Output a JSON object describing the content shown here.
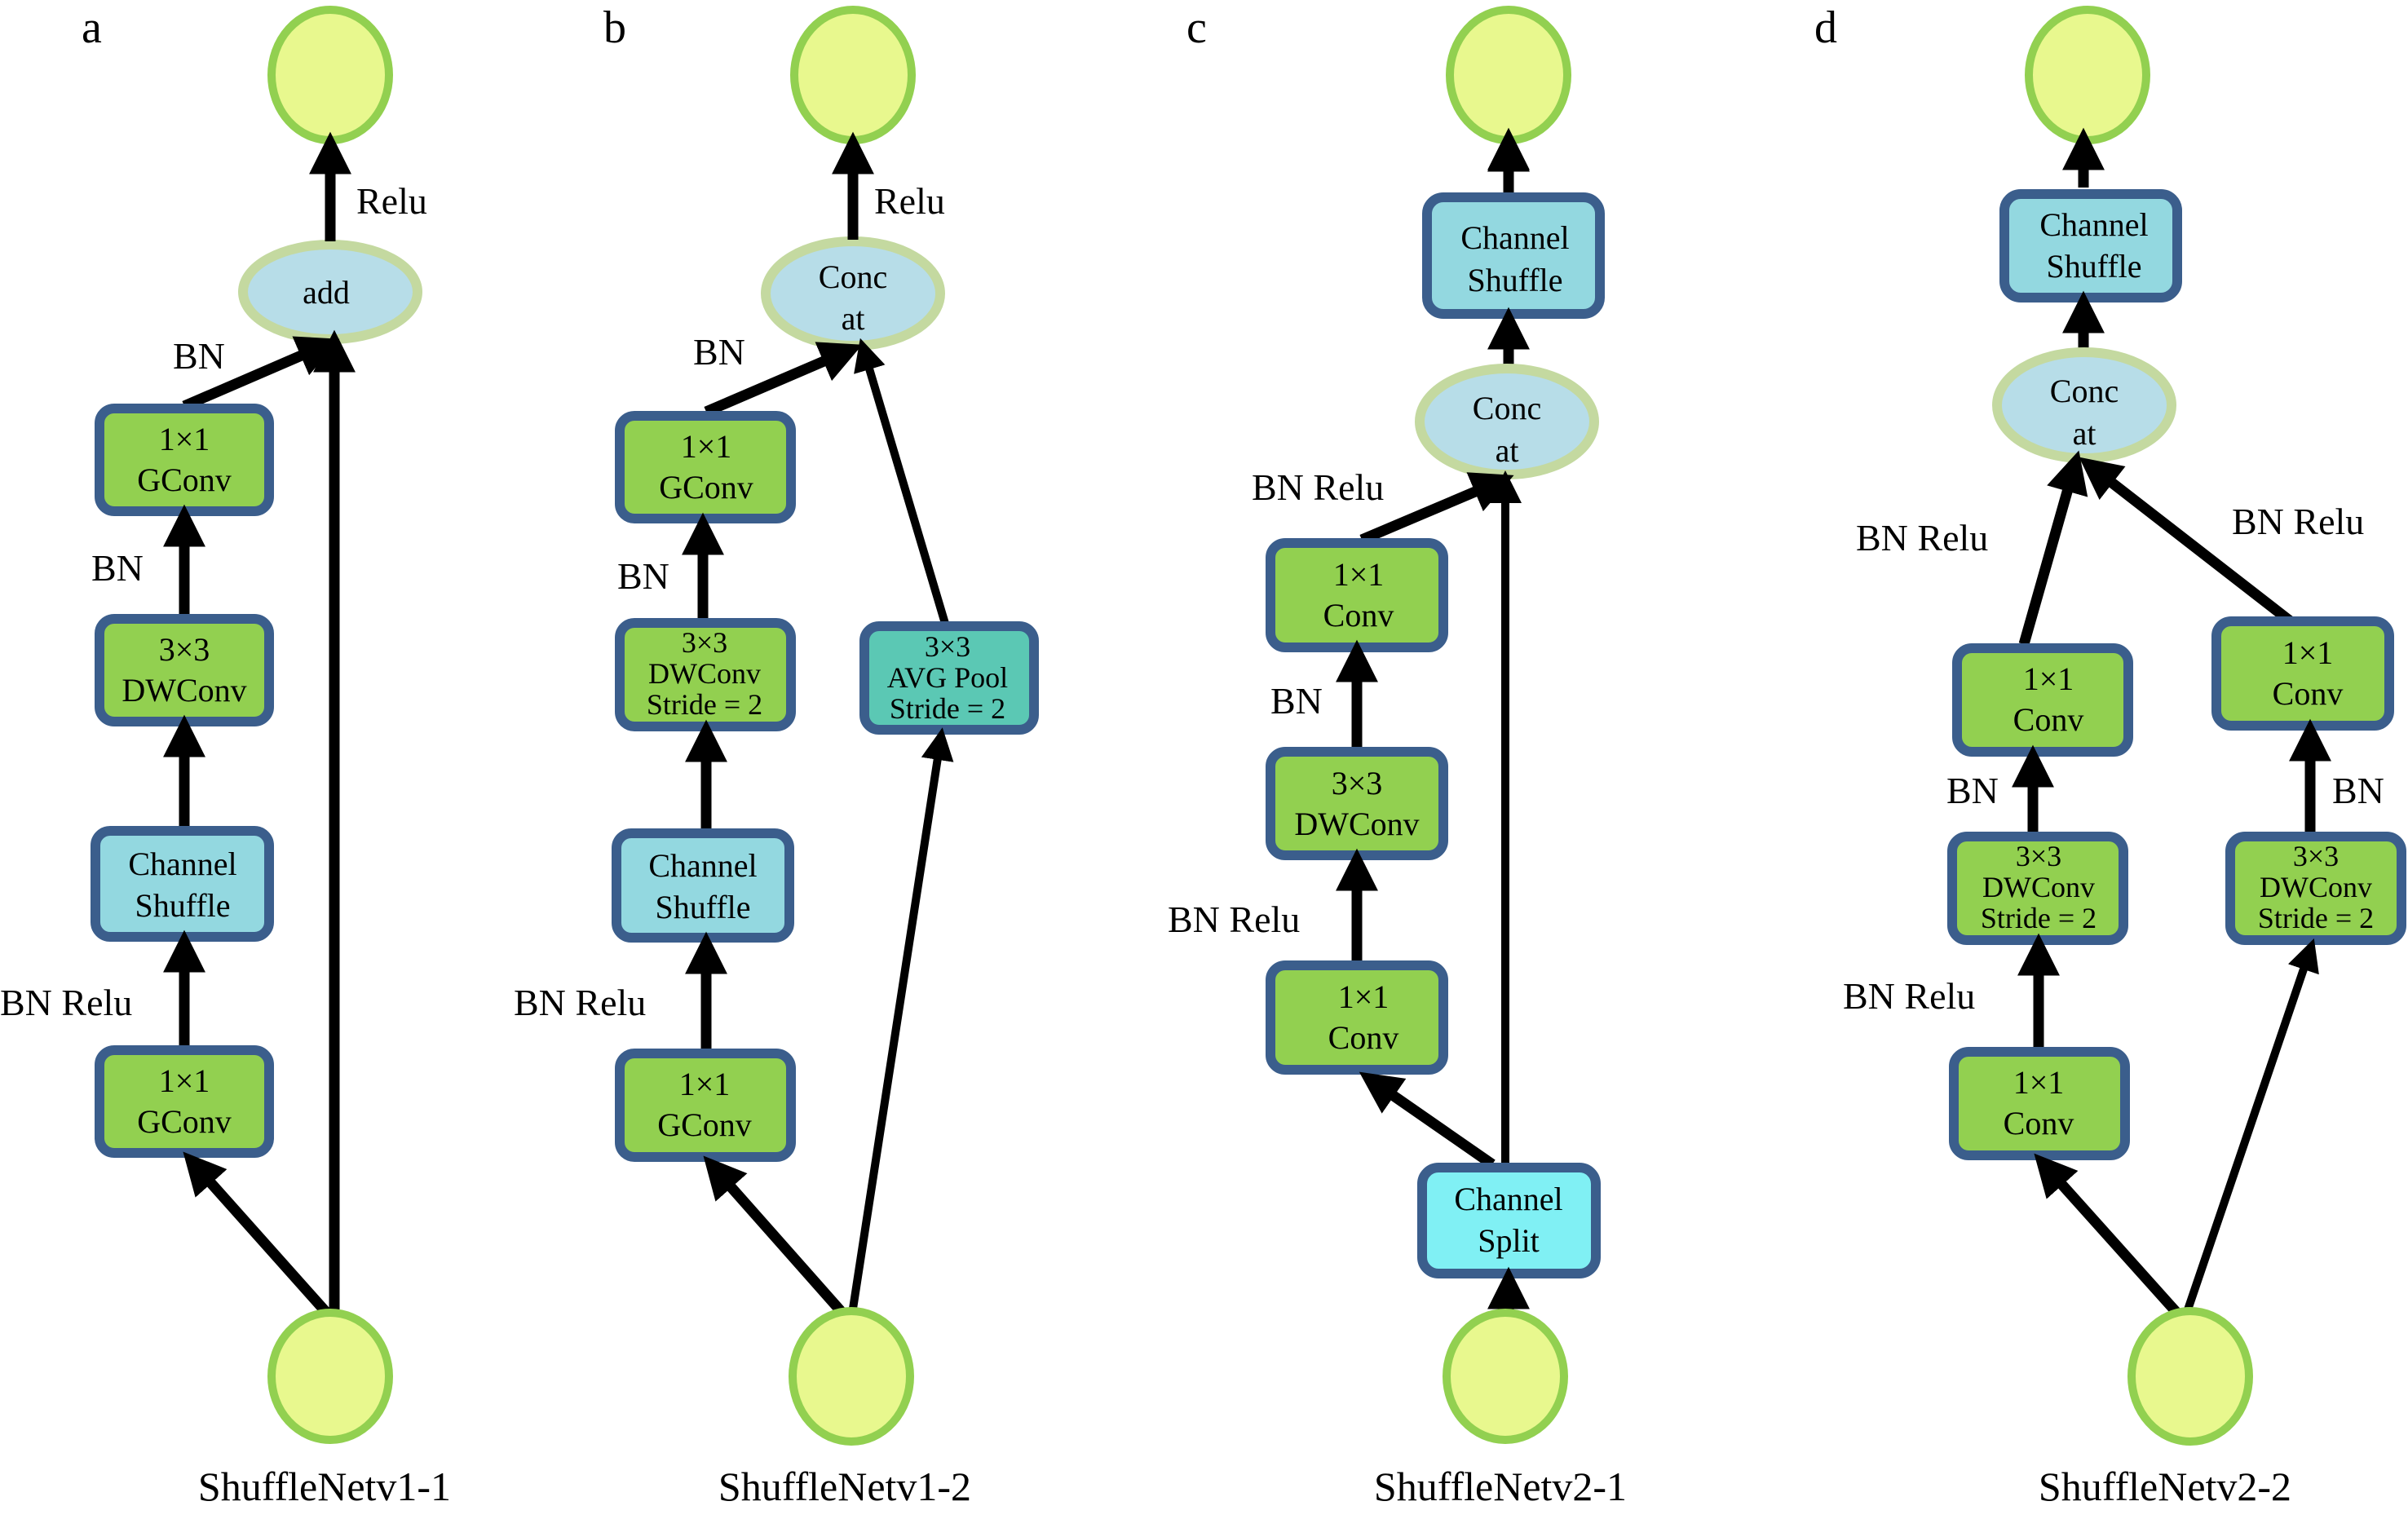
{
  "colors": {
    "io_fill": "#e8f88e",
    "io_stroke": "#92d050",
    "op_fill": "#b7dde8",
    "op_stroke": "#c4d9a0",
    "conv_fill": "#92d050",
    "shuffle_fill": "#93d8e0",
    "pool_fill": "#5bc8b4",
    "split_fill": "#80f0f4",
    "box_stroke": "#3b5e8c",
    "edge": "#000000"
  },
  "panels": [
    {
      "letter": "a",
      "caption": "ShuffleNetv1-1",
      "merge_label": "add",
      "top_label": "Relu",
      "boxes": [
        {
          "lines": [
            "1×1",
            "GConv"
          ],
          "kind": "conv"
        },
        {
          "lines": [
            "3×3",
            "DWConv"
          ],
          "kind": "conv"
        },
        {
          "lines": [
            "Channel",
            "Shuffle"
          ],
          "kind": "shuffle"
        },
        {
          "lines": [
            "1×1",
            "GConv"
          ],
          "kind": "conv"
        }
      ],
      "edge_labels": [
        "BN",
        "BN",
        "BN Relu"
      ]
    },
    {
      "letter": "b",
      "caption": "ShuffleNetv1-2",
      "merge_label_lines": [
        "Conc",
        "at"
      ],
      "top_label": "Relu",
      "boxes": [
        {
          "lines": [
            "1×1",
            "GConv"
          ],
          "kind": "conv"
        },
        {
          "lines": [
            "3×3",
            "DWConv",
            "Stride = 2"
          ],
          "kind": "conv"
        },
        {
          "lines": [
            "Channel",
            "Shuffle"
          ],
          "kind": "shuffle"
        },
        {
          "lines": [
            "1×1",
            "GConv"
          ],
          "kind": "conv"
        },
        {
          "lines": [
            "3×3",
            "AVG Pool",
            "Stride = 2"
          ],
          "kind": "pool"
        }
      ],
      "edge_labels": [
        "BN",
        "BN",
        "BN Relu"
      ]
    },
    {
      "letter": "c",
      "caption": "ShuffleNetv2-1",
      "merge_label_lines": [
        "Conc",
        "at"
      ],
      "boxes": [
        {
          "lines": [
            "Channel",
            "Shuffle"
          ],
          "kind": "shuffle"
        },
        {
          "lines": [
            "1×1",
            "Conv"
          ],
          "kind": "conv"
        },
        {
          "lines": [
            "3×3",
            "DWConv"
          ],
          "kind": "conv"
        },
        {
          "lines": [
            "1×1",
            "Conv"
          ],
          "kind": "conv"
        },
        {
          "lines": [
            "Channel",
            "Split"
          ],
          "kind": "split"
        }
      ],
      "edge_labels": [
        "BN Relu",
        "BN",
        "BN Relu"
      ]
    },
    {
      "letter": "d",
      "caption": "ShuffleNetv2-2",
      "merge_label_lines": [
        "Conc",
        "at"
      ],
      "boxes": [
        {
          "lines": [
            "Channel",
            "Shuffle"
          ],
          "kind": "shuffle"
        },
        {
          "lines": [
            "1×1",
            "Conv"
          ],
          "kind": "conv"
        },
        {
          "lines": [
            "3×3",
            "DWConv",
            "Stride = 2"
          ],
          "kind": "conv"
        },
        {
          "lines": [
            "1×1",
            "Conv"
          ],
          "kind": "conv"
        },
        {
          "lines": [
            "1×1",
            "Conv"
          ],
          "kind": "conv"
        },
        {
          "lines": [
            "3×3",
            "DWConv",
            "Stride = 2"
          ],
          "kind": "conv"
        }
      ],
      "edge_labels": [
        "BN Relu",
        "BN Relu",
        "BN",
        "BN",
        "BN Relu"
      ]
    }
  ]
}
